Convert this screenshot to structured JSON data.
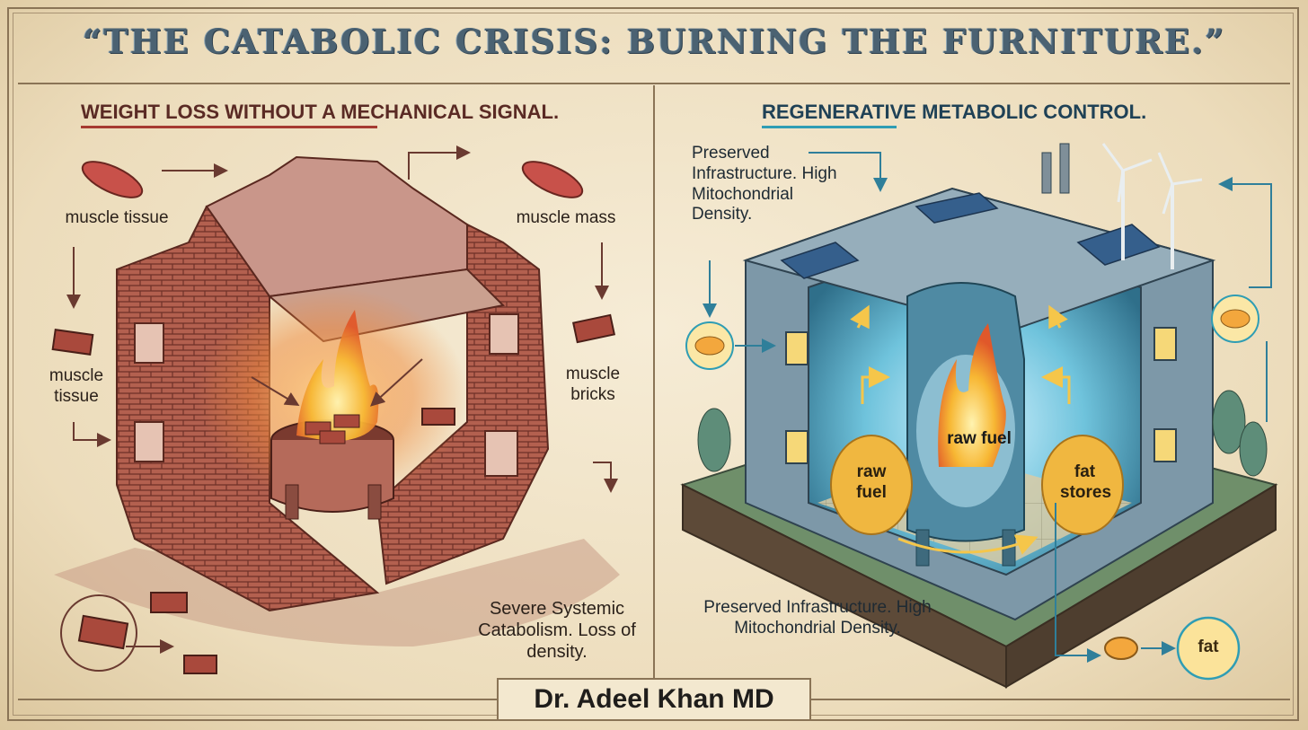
{
  "title": "“THE CATABOLIC CRISIS: BURNING THE FURNITURE.”",
  "left_panel": {
    "heading": "WEIGHT LOSS WITHOUT A MECHANICAL SIGNAL.",
    "labels": {
      "muscle_tissue_top": "muscle tissue",
      "muscle_mass": "muscle mass",
      "muscle_tissue_side": "muscle tissue",
      "muscle_bricks": "muscle bricks",
      "caption": "Severe Systemic Catabolism. Loss of density."
    }
  },
  "right_panel": {
    "heading": "REGENERATIVE METABOLIC CONTROL.",
    "labels": {
      "top_note": "Preserved Infrastructure. High Mitochondrial Density.",
      "raw_fuel_center": "raw fuel",
      "raw_fuel_left": "raw fuel",
      "fat_stores": "fat stores",
      "bottom_note": "Preserved Infrastructure. High Mitochondrial Density.",
      "fat_badge": "fat"
    }
  },
  "footer": {
    "author": "Dr. Adeel Khan MD"
  },
  "colors": {
    "parchment": "#efe3c8",
    "title_ink": "#4b6272",
    "brick_red": "#a8574a",
    "fire_orange": "#f08a3c",
    "steel_blue": "#6f8fa3",
    "glow_gold": "#f5c64a",
    "teal_accent": "#2f9db4"
  }
}
